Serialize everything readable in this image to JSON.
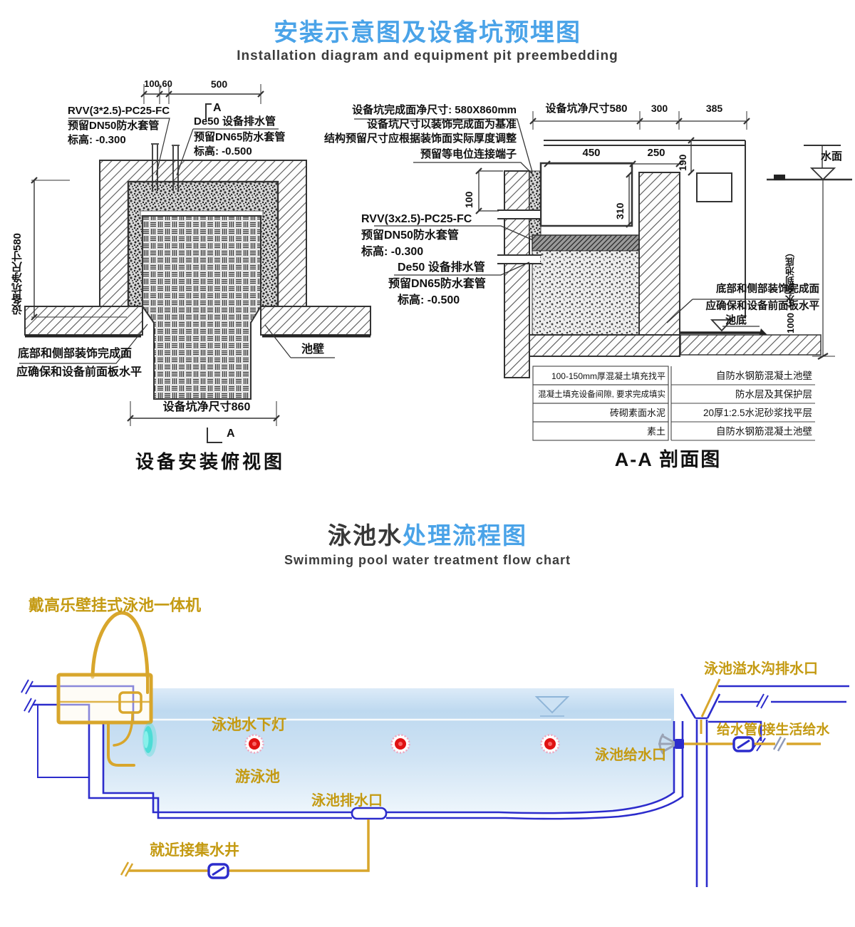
{
  "install": {
    "title": "安装示意图及设备坑预埋图",
    "subtitle": "Installation diagram and equipment pit preembedding",
    "top_view": {
      "caption": "设备安装俯视图",
      "marker": "A",
      "dim_small": "100,60",
      "dim_500": "500",
      "dim_left": "设备坑净尺寸580",
      "dim_bottom": "设备坑净尺寸860",
      "cable_l1": "RVV(3*2.5)-PC25-FC",
      "cable_l2": "预留DN50防水套管",
      "cable_l3": "标高: -0.300",
      "drain_l1": "De50 设备排水管",
      "drain_l2": "预留DN65防水套管",
      "drain_l3": "标高: -0.500",
      "finish_l1": "底部和侧部装饰完成面",
      "finish_l2": "应确保和设备前面板水平",
      "pool_wall": "池壁"
    },
    "section_view": {
      "caption": "A-A 剖面图",
      "note1": "设备坑完成面净尺寸: 580X860mm",
      "note2": "设备坑尺寸以装饰完成面为基准",
      "note3": "结构预留尺寸应根据装饰面实际厚度调整",
      "note4": "预留等电位连接端子",
      "dim_top1": "设备坑净尺寸580",
      "dim_top2": "300",
      "dim_top3": "385",
      "dim_450": "450",
      "dim_250": "250",
      "dim_190": "190",
      "dim_310": "310",
      "dim_100": "100",
      "water_surface": "水面",
      "dim_depth": "1000（水面到池底）",
      "cable_l1": "RVV(3x2.5)-PC25-FC",
      "cable_l2": "预留DN50防水套管",
      "cable_l3": "标高: -0.300",
      "drain_l1": "De50 设备排水管",
      "drain_l2": "预留DN65防水套管",
      "drain_l3": "标高: -0.500",
      "finish_l1": "底部和侧部装饰完成面",
      "finish_l2": "应确保和设备前面板水平",
      "pool_bottom": "池底",
      "layers_left": [
        "100-150mm厚混凝土填充找平",
        "混凝土填充设备间隙, 要求完成填实",
        "砖砌素面水泥",
        "素土"
      ],
      "layers_right": [
        "自防水钢筋混凝土池壁",
        "防水层及其保护层",
        "20厚1:2.5水泥砂浆找平层",
        "自防水钢筋混凝土池壁"
      ]
    }
  },
  "flow": {
    "title_dark": "泳池水",
    "title_blue": "处理流程图",
    "subtitle": "Swimming pool water treatment flow chart",
    "machine": "戴高乐壁挂式泳池一体机",
    "underwater_light": "泳池水下灯",
    "pool": "游泳池",
    "drain_outlet": "泳池排水口",
    "collect_well": "就近接集水井",
    "overflow_outlet": "泳池溢水沟排水口",
    "supply_pipe": "给水管(接生活给水",
    "inlet": "泳池给水口"
  },
  "colors": {
    "accent_blue": "#4aa3e8",
    "pipe_blue": "#2c2ccc",
    "gold": "#c49a12",
    "light_red": "#e01212"
  }
}
